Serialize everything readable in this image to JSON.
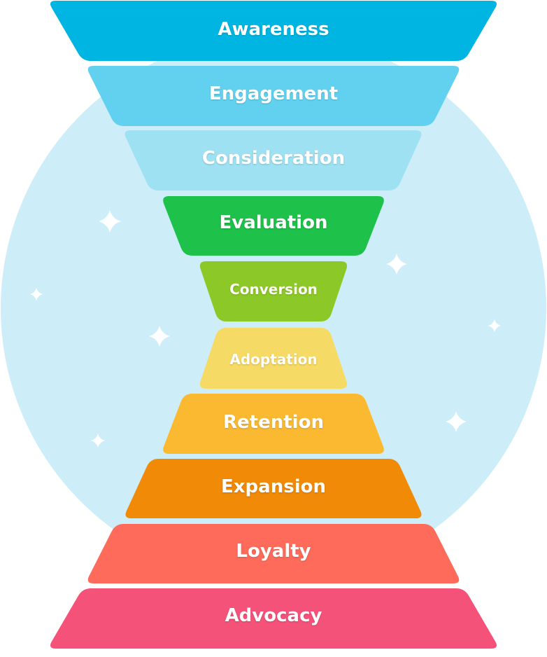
{
  "diagram": {
    "background_circle_color": "#cdeef8",
    "sparkle_color": "#ffffff",
    "stages": [
      {
        "label": "Awareness",
        "color": "#00b5e2"
      },
      {
        "label": "Engagement",
        "color": "#62d1ef"
      },
      {
        "label": "Consideration",
        "color": "#9ee1f3"
      },
      {
        "label": "Evaluation",
        "color": "#1ec14a"
      },
      {
        "label": "Conversion",
        "color": "#8cc928"
      },
      {
        "label": "Adoptation",
        "color": "#f6da66"
      },
      {
        "label": "Retention",
        "color": "#fbb932"
      },
      {
        "label": "Expansion",
        "color": "#f08a07"
      },
      {
        "label": "Loyalty",
        "color": "#ff6b5b"
      },
      {
        "label": "Advocacy",
        "color": "#f5527a"
      }
    ]
  }
}
